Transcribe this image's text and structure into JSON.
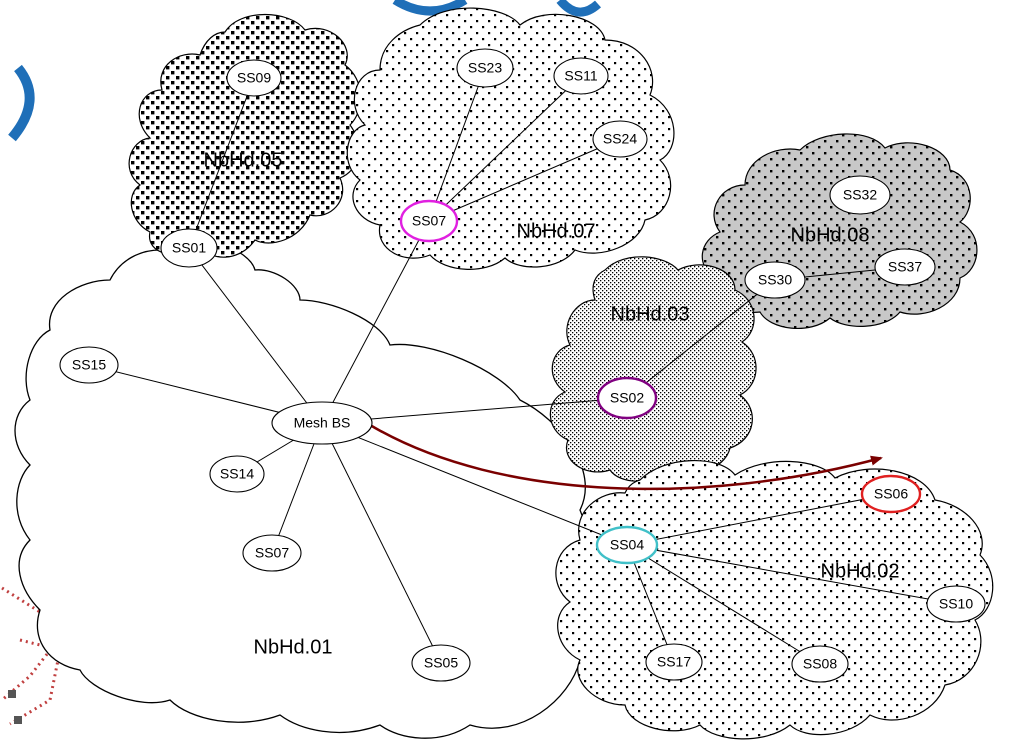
{
  "diagram": {
    "base_station": {
      "id": "mesh-bs",
      "label": "Mesh BS"
    },
    "neighborhoods": [
      {
        "id": "nbhd-01",
        "label": "NbHd.01",
        "pattern": "none"
      },
      {
        "id": "nbhd-05",
        "label": "NbHd.05",
        "pattern": "dense-squares"
      },
      {
        "id": "nbhd-07",
        "label": "NbHd.07",
        "pattern": "sparse-dots"
      },
      {
        "id": "nbhd-03",
        "label": "NbHd.03",
        "pattern": "fine-stipple"
      },
      {
        "id": "nbhd-08",
        "label": "NbHd.08",
        "pattern": "gray-dots"
      },
      {
        "id": "nbhd-02",
        "label": "NbHd.02",
        "pattern": "sparse-dots"
      }
    ],
    "nodes": [
      {
        "id": "ss15",
        "label": "SS15",
        "region": "nbhd-01"
      },
      {
        "id": "ss14",
        "label": "SS14",
        "region": "nbhd-01"
      },
      {
        "id": "ss07b",
        "label": "SS07",
        "region": "nbhd-01"
      },
      {
        "id": "ss05",
        "label": "SS05",
        "region": "nbhd-01"
      },
      {
        "id": "ss01",
        "label": "SS01",
        "region": "nbhd-05"
      },
      {
        "id": "ss09",
        "label": "SS09",
        "region": "nbhd-05"
      },
      {
        "id": "ss07",
        "label": "SS07",
        "region": "nbhd-07",
        "highlight": "#e020e0"
      },
      {
        "id": "ss23",
        "label": "SS23",
        "region": "nbhd-07"
      },
      {
        "id": "ss11",
        "label": "SS11",
        "region": "nbhd-07"
      },
      {
        "id": "ss24",
        "label": "SS24",
        "region": "nbhd-07"
      },
      {
        "id": "ss02",
        "label": "SS02",
        "region": "nbhd-03",
        "highlight": "#800080"
      },
      {
        "id": "ss30",
        "label": "SS30",
        "region": "nbhd-08"
      },
      {
        "id": "ss32",
        "label": "SS32",
        "region": "nbhd-08"
      },
      {
        "id": "ss37",
        "label": "SS37",
        "region": "nbhd-08"
      },
      {
        "id": "ss04",
        "label": "SS04",
        "region": "nbhd-02",
        "highlight": "#40c0c8"
      },
      {
        "id": "ss06",
        "label": "SS06",
        "region": "nbhd-02",
        "highlight": "#e02020"
      },
      {
        "id": "ss10",
        "label": "SS10",
        "region": "nbhd-02"
      },
      {
        "id": "ss17",
        "label": "SS17",
        "region": "nbhd-02"
      },
      {
        "id": "ss08",
        "label": "SS08",
        "region": "nbhd-02"
      }
    ],
    "links": [
      [
        "mesh-bs",
        "ss15"
      ],
      [
        "mesh-bs",
        "ss14"
      ],
      [
        "mesh-bs",
        "ss07b"
      ],
      [
        "mesh-bs",
        "ss05"
      ],
      [
        "mesh-bs",
        "ss01"
      ],
      [
        "mesh-bs",
        "ss07"
      ],
      [
        "mesh-bs",
        "ss02"
      ],
      [
        "mesh-bs",
        "ss04"
      ],
      [
        "ss01",
        "ss09"
      ],
      [
        "ss07",
        "ss23"
      ],
      [
        "ss07",
        "ss11"
      ],
      [
        "ss07",
        "ss24"
      ],
      [
        "ss02",
        "ss30"
      ],
      [
        "ss30",
        "ss37"
      ],
      [
        "ss04",
        "ss06"
      ],
      [
        "ss04",
        "ss10"
      ],
      [
        "ss04",
        "ss17"
      ],
      [
        "ss04",
        "ss08"
      ]
    ],
    "route_arrow": {
      "from": "mesh-bs",
      "to": "ss06",
      "color": "#7a0000"
    },
    "colors": {
      "line": "#000000",
      "node_fill": "#ffffff",
      "node_stroke": "#000000",
      "gray_cloud": "#c8c8c8",
      "title_blue": "#1f6fb8",
      "decor_dots": "#c04040"
    }
  }
}
